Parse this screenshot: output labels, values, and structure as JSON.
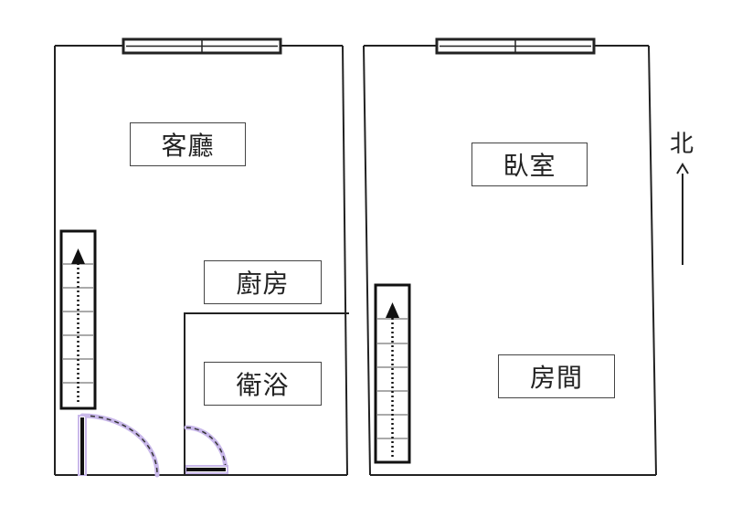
{
  "floor_plan": {
    "rooms": {
      "living_room": "客廳",
      "kitchen": "廚房",
      "bathroom": "衛浴",
      "bedroom": "臥室",
      "room": "房間"
    },
    "compass": {
      "north_label": "北"
    }
  },
  "colors": {
    "wall": "#222222",
    "door_swing": "#b9a6dc",
    "label_border": "#444444"
  }
}
